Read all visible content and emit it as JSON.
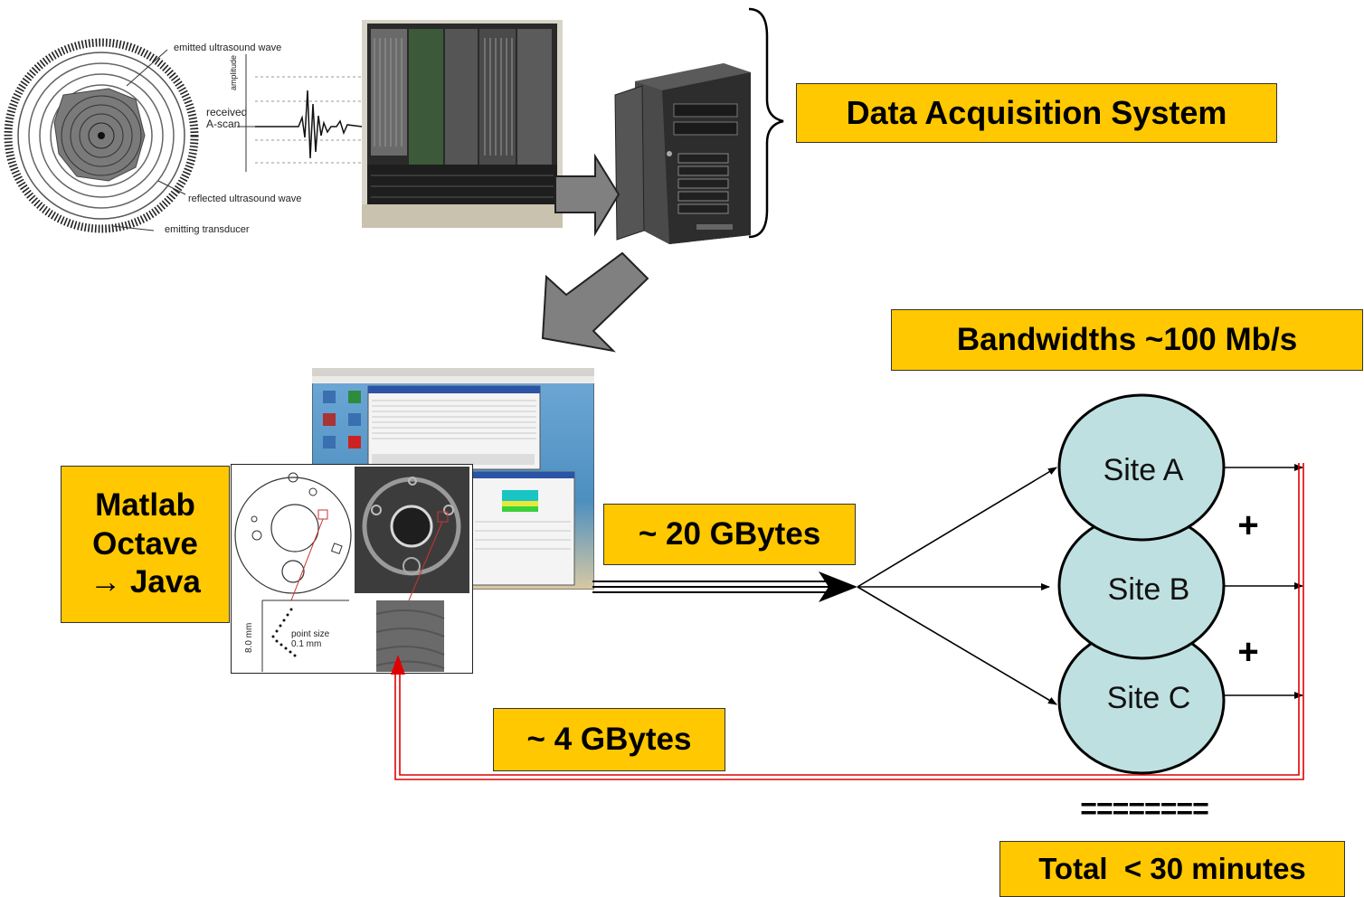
{
  "data_acquisition_label": "Data Acquisition System",
  "bandwidth_label": "Bandwidths ~100 Mb/s",
  "software_label_lines": [
    "Matlab",
    "Octave",
    "→ Java"
  ],
  "transfer_out_label": "~ 20 GBytes",
  "transfer_back_label": "~ 4 GBytes",
  "total_label": "Total  < 30 minutes",
  "separator": "========",
  "sites": [
    "Site A",
    "Site B",
    "Site C"
  ],
  "plus_sign": "+",
  "ultrasound_annotations": {
    "emitted": "emitted ultrasound wave",
    "received": "received",
    "ascan": "A-scan",
    "amplitude": "amplitude",
    "reflected": "reflected ultrasound wave",
    "transducer": "emitting transducer"
  },
  "scan_annotations": {
    "point_size": "point size",
    "point_size_value": "0.1 mm",
    "dimension": "8.0 mm"
  },
  "colors": {
    "label_fill": "#ffc800",
    "site_fill": "#bfe0e0",
    "return_arrow": "#e00000",
    "block_arrow": "#808080"
  }
}
